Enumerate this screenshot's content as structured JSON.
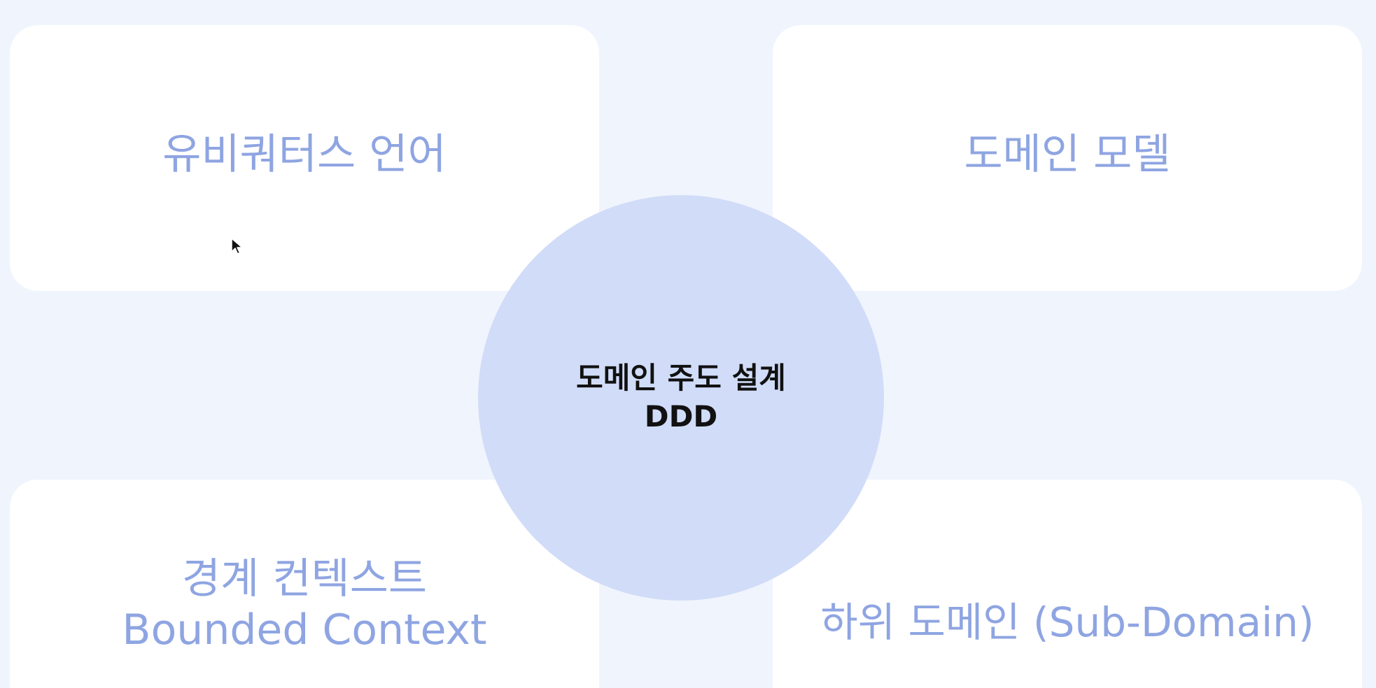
{
  "cards": {
    "ubiquitous_language": {
      "title": "유비쿼터스 언어"
    },
    "domain_model": {
      "title": "도메인 모델"
    },
    "bounded_context": {
      "title_ko": "경계 컨텍스트",
      "title_en": "Bounded Context"
    },
    "sub_domain": {
      "title": "하위 도메인 (Sub-Domain)"
    }
  },
  "center": {
    "title": "도메인 주도 설계",
    "subtitle": "DDD"
  },
  "colors": {
    "background": "#f0f4fd",
    "card": "#ffffff",
    "card_text": "#8fa5e2",
    "circle": "#d1dcf8",
    "center_text": "#111111"
  },
  "icons": {
    "cursor": "mouse-pointer-icon"
  }
}
